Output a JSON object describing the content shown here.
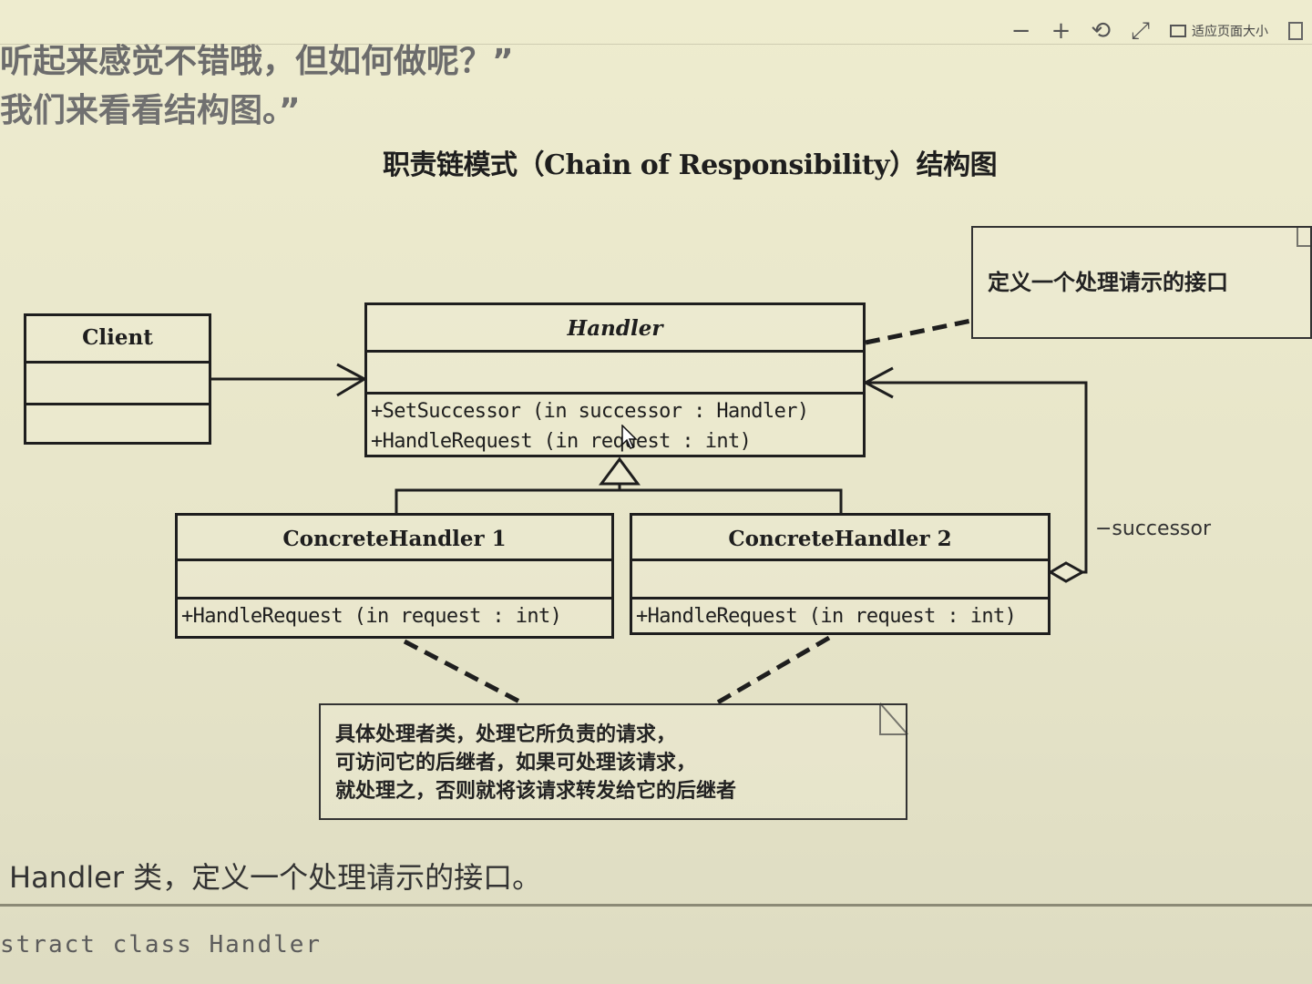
{
  "toolbar": {
    "zoom_out_label": "−",
    "zoom_in_label": "+",
    "rotate_label": "⟲",
    "fullscreen_label": "⤢",
    "fit_page_label": "适应页面大小"
  },
  "intro": {
    "line1": "听起来感觉不错哦，但如何做呢？”",
    "line2": "我们来看看结构图。”"
  },
  "diagram": {
    "title": "职责链模式（Chain of Responsibility）结构图",
    "client": {
      "name": "Client"
    },
    "handler": {
      "name": "Handler",
      "operations": [
        "+SetSuccessor (in successor  : Handler)",
        "+HandleRequest (in request  : int)"
      ]
    },
    "concrete_handler_1": {
      "name": "ConcreteHandler 1",
      "operation": "+HandleRequest (in request  : int)"
    },
    "concrete_handler_2": {
      "name": "ConcreteHandler 2",
      "operation": "+HandleRequest (in request  : int)"
    },
    "successor_label": "−successor",
    "note_handler": "定义一个处理请示的接口",
    "note_concrete": [
      "具体处理者类，处理它所负责的请求，",
      "可访问它的后继者，如果可处理该请求，",
      "就处理之，否则就将该请求转发给它的后继者"
    ]
  },
  "caption": "Handler 类，定义一个处理请示的接口。",
  "code": "stract class Handler"
}
